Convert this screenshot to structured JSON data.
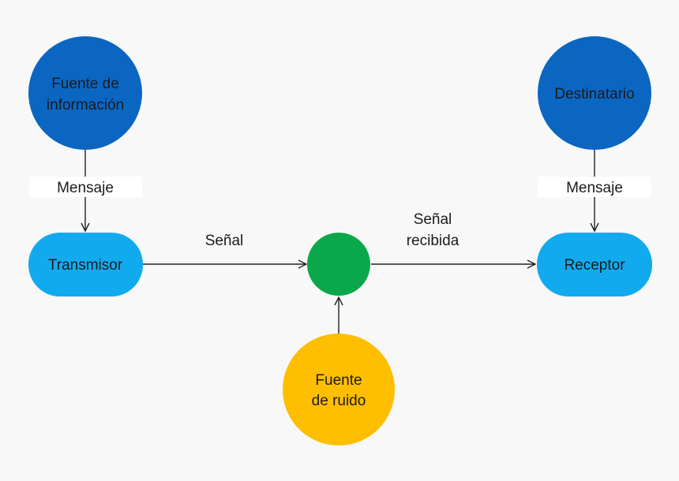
{
  "nodes": {
    "source": {
      "line1": "Fuente de",
      "line2": "información"
    },
    "destination": {
      "line1": "Destinatario"
    },
    "transmitter": {
      "line1": "Transmisor"
    },
    "receiver": {
      "line1": "Receptor"
    },
    "noise": {
      "line1": "Fuente",
      "line2": "de ruido"
    }
  },
  "edges": {
    "message_left": "Mensaje",
    "message_right": "Mensaje",
    "signal": "Señal",
    "received_signal_line1": "Señal",
    "received_signal_line2": "recibida"
  },
  "colors": {
    "dark_blue": "#0b66c2",
    "light_blue": "#12aaee",
    "green": "#0aa84a",
    "yellow": "#ffbe00",
    "line": "#222222",
    "label_bg": "#ffffff",
    "background": "#f8f8f8"
  }
}
